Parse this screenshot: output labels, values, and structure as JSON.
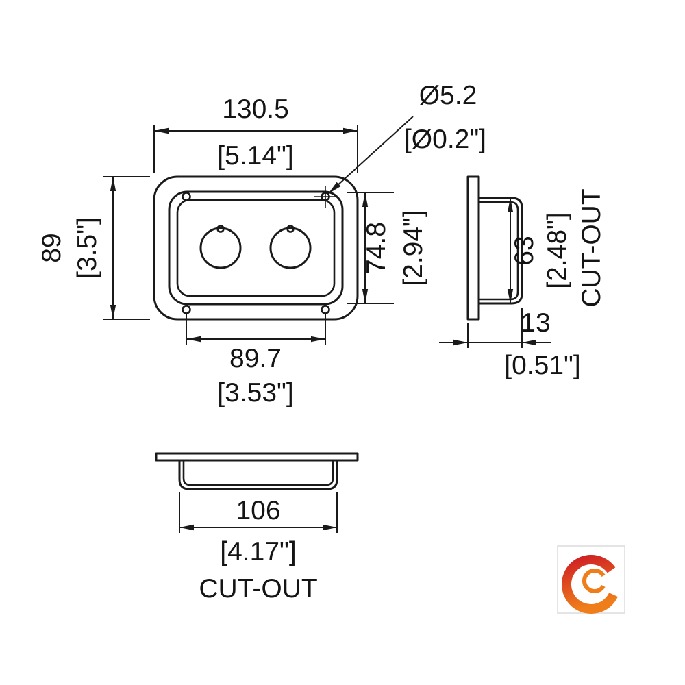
{
  "views": {
    "front": {
      "dims": {
        "overall_width": {
          "mm": "130.5",
          "inch": "[5.14\"]"
        },
        "overall_height": {
          "mm": "89",
          "inch": "[3.5\"]"
        },
        "recess_height": {
          "mm": "74.8",
          "inch": "[2.94\"]"
        },
        "hole_spacing": {
          "mm": "89.7",
          "inch": "[3.53\"]"
        },
        "hole_diameter": {
          "mm": "Ø5.2",
          "inch": "[Ø0.2\"]"
        }
      }
    },
    "side": {
      "dims": {
        "cutout_height": {
          "mm": "63",
          "inch": "[2.48\"]"
        },
        "depth": {
          "mm": "13",
          "inch": "[0.51\"]"
        }
      },
      "cutout_label": "CUT-OUT"
    },
    "bottom": {
      "dims": {
        "cutout_width": {
          "mm": "106",
          "inch": "[4.17\"]"
        }
      },
      "cutout_label": "CUT-OUT"
    }
  },
  "colors": {
    "line": "#1a1a1a",
    "logo_red": "#cf1f25",
    "logo_orange": "#ef7d1a",
    "watermark": "#dcdcdc"
  }
}
